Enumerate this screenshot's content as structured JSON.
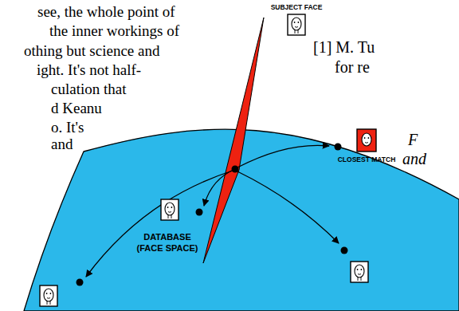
{
  "diagram": {
    "nodes": [
      {
        "text": [
          "DATABASE (FACE SPACE)"
        ]
      }
    ],
    "labels": [
      "see, the whole point of",
      "the inner workings of",
      "othing but science and",
      "ight. It's not half-",
      "culation that",
      "d Keanu",
      "o. It's",
      "and",
      "SUBJECT FACE",
      "[1] M. Tu",
      "for re",
      "CLOSEST MATCH",
      "F",
      "and"
    ]
  }
}
